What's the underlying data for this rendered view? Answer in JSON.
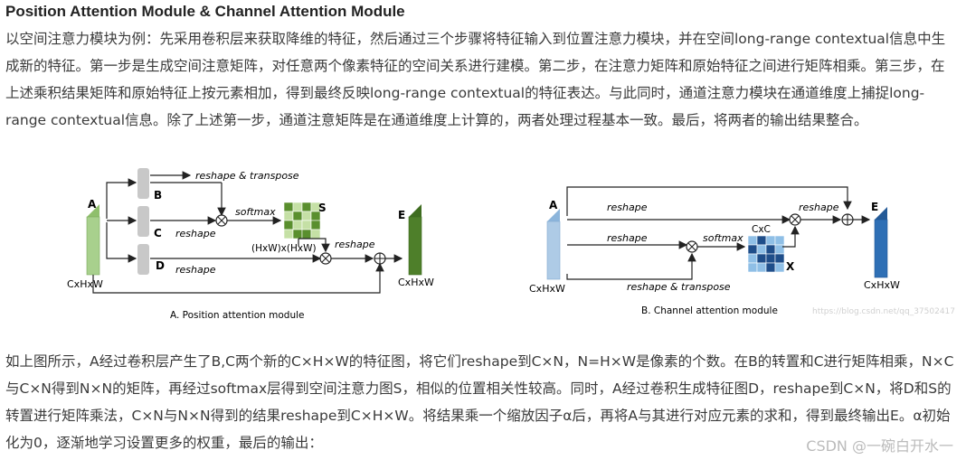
{
  "title": "Position Attention Module & Channel Attention Module",
  "paragraph1": "以空间注意力模块为例：先采用卷积层来获取降维的特征，然后通过三个步骤将特征输入到位置注意力模块，并在空间long-range contextual信息中生成新的特征。第一步是生成空间注意矩阵，对任意两个像素特征的空间关系进行建模。第二步，在注意力矩阵和原始特征之间进行矩阵相乘。第三步，在上述乘积结果矩阵和原始特征上按元素相加，得到最终反映long-range contextual的特征表达。与此同时，通道注意力模块在通道维度上捕捉long-range contextual信息。除了上述第一步，通道注意矩阵是在通道维度上计算的，两者处理过程基本一致。最后，将两者的输出结果整合。",
  "paragraph2": "如上图所示，A经过卷积层产生了B,C两个新的C×H×W的特征图，将它们reshape到C×N，N=H×W是像素的个数。在B的转置和C进行矩阵相乘，N×C与C×N得到N×N的矩阵，再经过softmax层得到空间注意力图S，相似的位置相关性较高。同时，A经过卷积生成特征图D，reshape到C×N，将D和S的转置进行矩阵乘法，C×N与N×N得到的结果reshape到C×H×W。将结果乘一个缩放因子α后，再将A与其进行对应元素的求和，得到最终输出E。α初始化为0，逐渐地学习设置更多的权重，最后的输出：",
  "figA": {
    "caption": "A. Position attention module",
    "label_A": "A",
    "label_B": "B",
    "label_C": "C",
    "label_D": "D",
    "label_E": "E",
    "label_S": "S",
    "dim_in": "CxHxW",
    "dim_out": "CxHxW",
    "op_reshape_transpose": "reshape & transpose",
    "op_softmax": "softmax",
    "op_reshape_c": "reshape",
    "op_reshape_d": "reshape",
    "op_reshape_out": "reshape",
    "matrix_dim": "(HxW)x(HxW)",
    "colors": {
      "input": "#a8d08d",
      "output": "#4e7f2a",
      "conv": "#c8c8c8",
      "matrix_dark": "#5a8f2e",
      "matrix_light": "#c5e0a5"
    }
  },
  "figB": {
    "caption": "B. Channel attention module",
    "label_A": "A",
    "label_E": "E",
    "label_X": "X",
    "dim_in": "CxHxW",
    "dim_out": "CxHxW",
    "op_reshape_top": "reshape",
    "op_reshape_mid": "reshape",
    "op_reshape_transpose": "reshape & transpose",
    "op_softmax": "softmax",
    "op_reshape_out": "reshape",
    "matrix_dim": "CxC",
    "colors": {
      "input": "#aecbe6",
      "output": "#2e6fb5",
      "matrix_dark": "#1f4e8a",
      "matrix_light": "#8fbfe6"
    }
  },
  "watermark": "https://blog.csdn.net/qq_37502417",
  "csdn_mark": "CSDN @一碗白开水一"
}
